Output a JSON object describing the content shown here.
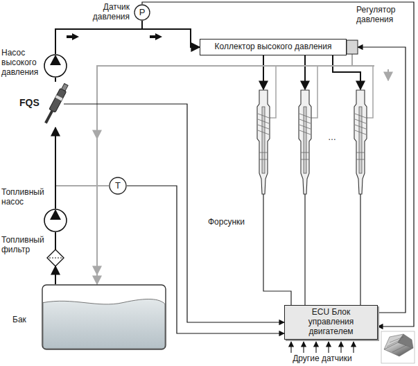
{
  "diagram": {
    "nodes": [
      {
        "text": [
          "Датчик давления",
          "P"
        ]
      },
      {
        "text": [
          "Регулятор давления"
        ]
      },
      {
        "text": [
          "Коллектор высокого давления"
        ]
      },
      {
        "text": [
          "Насос высокого давления"
        ]
      },
      {
        "text": [
          "FQS"
        ]
      },
      {
        "text": [
          "T"
        ]
      },
      {
        "text": [
          "Топливный насос"
        ]
      },
      {
        "text": [
          "Топливный фильтр"
        ]
      },
      {
        "text": [
          "Бак"
        ]
      },
      {
        "text": [
          "ECU Блок управления двигателем"
        ]
      }
    ],
    "edges": [
      {
        "from": 8,
        "to": 7,
        "arrow": "to"
      },
      {
        "from": 7,
        "to": 6,
        "arrow": "none"
      },
      {
        "from": 6,
        "to": 4,
        "arrow": "to"
      },
      {
        "from": 4,
        "to": 3,
        "arrow": "none"
      },
      {
        "from": 3,
        "to": 2,
        "arrow": "to"
      },
      {
        "from": 1,
        "to": 8,
        "arrow": "to"
      },
      {
        "from": 0,
        "to": 9,
        "arrow": "to"
      },
      {
        "from": 9,
        "to": 1,
        "arrow": "to"
      },
      {
        "from": 4,
        "to": 9,
        "arrow": "to"
      },
      {
        "from": 5,
        "to": 9,
        "arrow": "to"
      }
    ],
    "labels": [
      "Форсунки",
      "…",
      "Другие датчики"
    ]
  }
}
